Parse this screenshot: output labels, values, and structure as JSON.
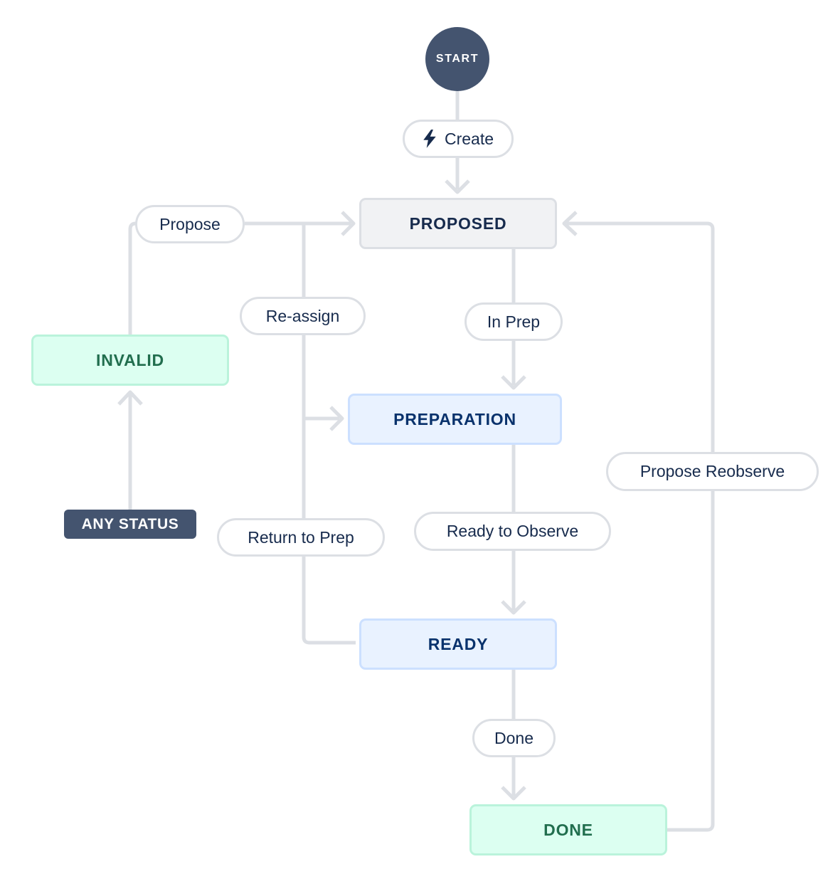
{
  "nodes": {
    "start": "START",
    "proposed": "PROPOSED",
    "preparation": "PREPARATION",
    "ready": "READY",
    "invalid": "INVALID",
    "done": "DONE",
    "any_status": "ANY STATUS"
  },
  "transitions": {
    "create": "Create",
    "propose": "Propose",
    "re_assign": "Re-assign",
    "in_prep": "In Prep",
    "return_to_prep": "Return to Prep",
    "ready_to_observe": "Ready to Observe",
    "propose_reobserve": "Propose Reobserve",
    "done": "Done"
  },
  "icons": {
    "create": "lightning-bolt-icon"
  },
  "colors": {
    "canvas-bg": "#ffffff",
    "line": "#dcdfe4",
    "node-text": "#172b4d",
    "neutral-bold-bg": "#44546f",
    "neutral-bold-text": "#ffffff",
    "neutral-bg": "#f1f2f4",
    "neutral-border": "#dcdfe4",
    "info-bg": "#e9f2ff",
    "info-border": "#cce0ff",
    "info-text": "#09326c",
    "success-bg": "#dcfff1",
    "success-border": "#baf3db",
    "success-text": "#216e4e",
    "pill-bg": "#ffffff",
    "pill-border": "#dcdfe4"
  }
}
